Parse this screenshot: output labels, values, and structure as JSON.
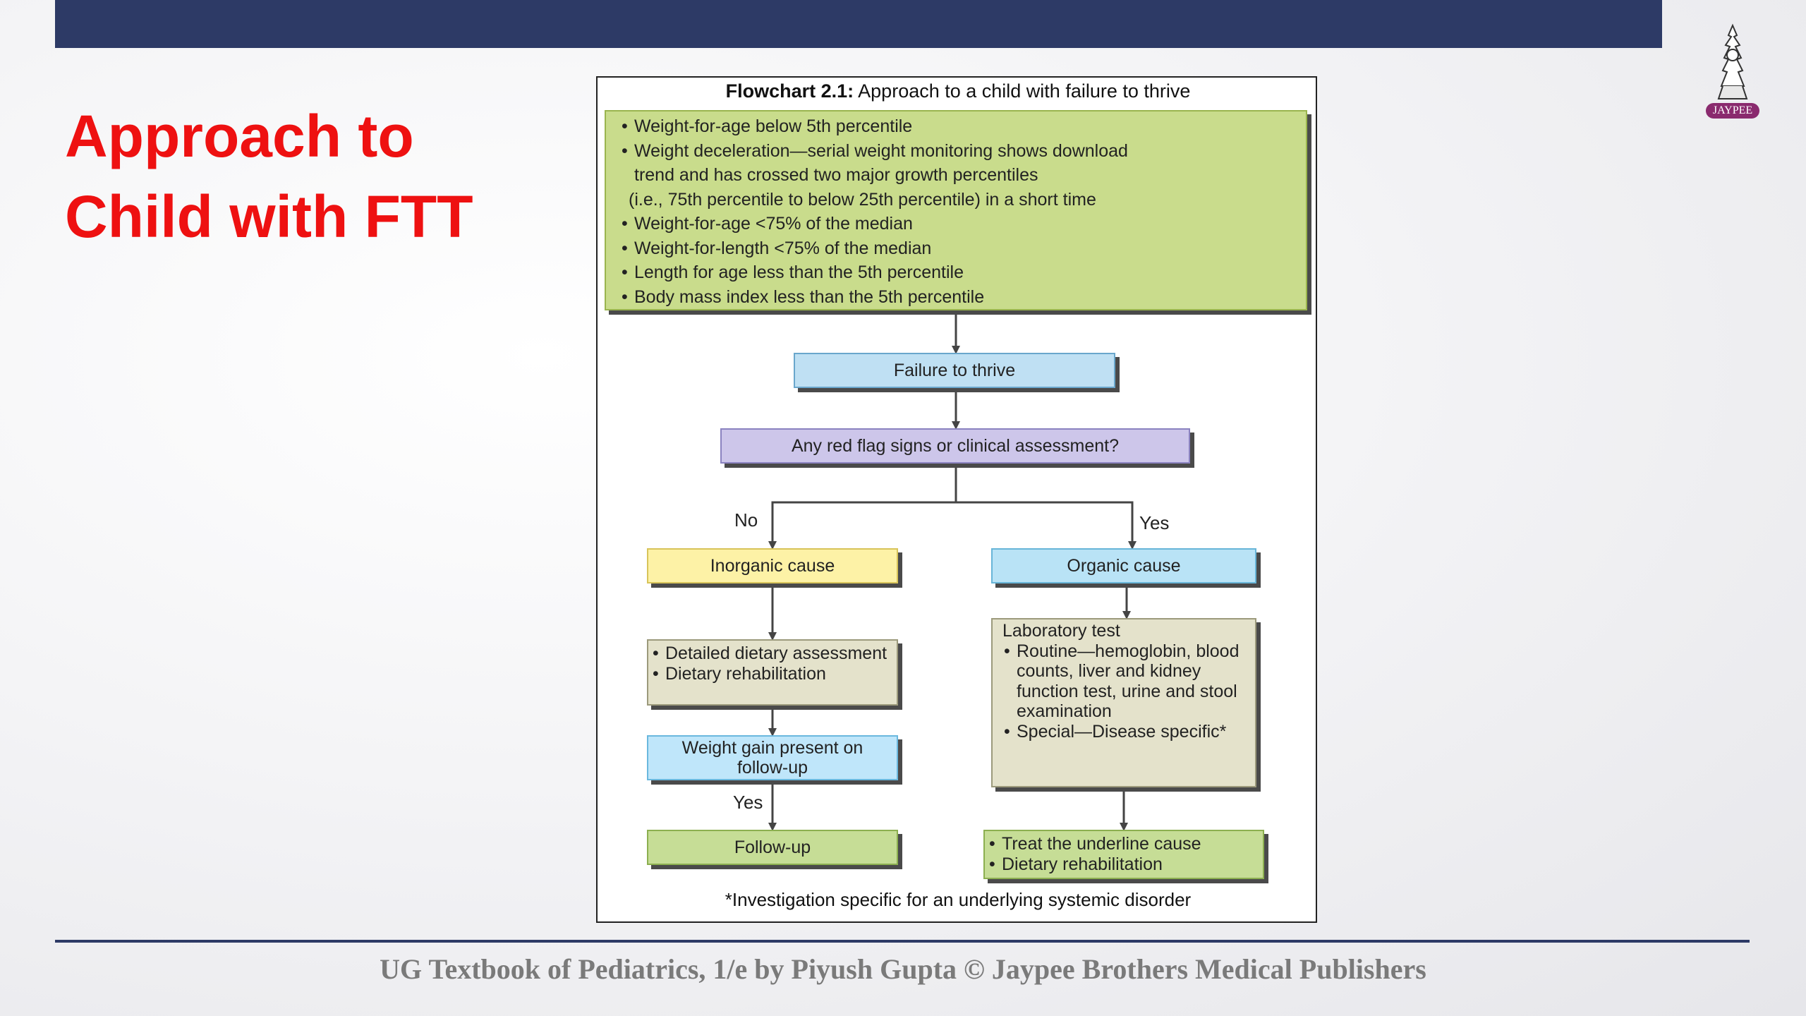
{
  "slide": {
    "title_line1": "Approach to",
    "title_line2": "Child with FTT",
    "footer": "UG Textbook of Pediatrics, 1/e by Piyush Gupta © Jaypee Brothers Medical Publishers",
    "logo_text": "JAYPEE",
    "logo_icon": "jaypee-emblem-icon"
  },
  "colors": {
    "top_bar": "#2d3a66",
    "title": "#ee1111",
    "footer_text": "#7a7a7a"
  },
  "flowchart": {
    "caption_bold": "Flowchart 2.1:",
    "caption_rest": "Approach to a child with failure to thrive",
    "criteria": [
      "Weight-for-age below 5th percentile",
      "Weight deceleration—serial weight monitoring shows download",
      "trend and has crossed two major growth percentiles",
      "(i.e., 75th percentile to below 25th percentile) in a short time",
      "Weight-for-age <75% of the median",
      "Weight-for-length <75% of the median",
      "Length for age less than the 5th percentile",
      "Body mass index less than the 5th percentile"
    ],
    "ftt": "Failure to thrive",
    "red_flag": "Any red flag signs or clinical assessment?",
    "no_label": "No",
    "yes_label": "Yes",
    "inorganic": "Inorganic cause",
    "organic": "Organic cause",
    "dietary": [
      "Detailed dietary assessment",
      "Dietary rehabilitation"
    ],
    "weight_gain": "Weight gain present on follow-up",
    "yes_label_2": "Yes",
    "follow_up": "Follow-up",
    "lab_title": "Laboratory test",
    "lab_items": [
      "Routine—hemoglobin, blood counts, liver and kidney function test, urine and stool examination",
      "Special—Disease specific*"
    ],
    "treat": [
      "Treat the underline cause",
      "Dietary rehabilitation"
    ],
    "footnote": "*Investigation specific for an underlying systemic disorder"
  }
}
